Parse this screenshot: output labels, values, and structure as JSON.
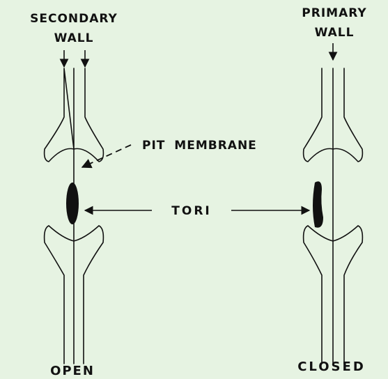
{
  "labels": {
    "secondary_wall_line1": "SECONDARY",
    "secondary_wall_line2": "WALL",
    "primary_wall_line1": "PRIMARY",
    "primary_wall_line2": "WALL",
    "pit_membrane": "PIT MEMBRANE",
    "tori": "TORI",
    "open": "OPEN",
    "closed": "CLOSED"
  },
  "colors": {
    "background": "#e6f3e2",
    "ink": "#111111"
  }
}
